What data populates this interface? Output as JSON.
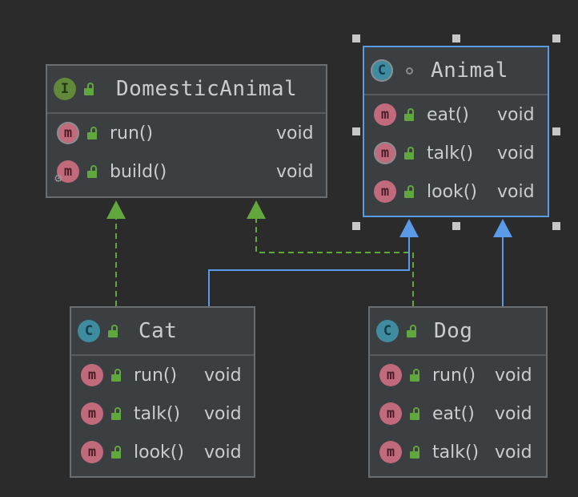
{
  "colors": {
    "background": "#2b2b2b",
    "box": "#3c3f41",
    "box_border": "#6b6e70",
    "selected_border": "#5a9ae6",
    "implements_edge": "#62a73d",
    "extends_edge": "#5a9ae6",
    "interface_badge": "#62883a",
    "class_badge": "#3f8ba0",
    "method_badge": "#c16a7c"
  },
  "nodes": {
    "domestic": {
      "name": "DomesticAnimal",
      "badge": "I",
      "methods": [
        {
          "badge": "m",
          "name": "run()",
          "type": "void"
        },
        {
          "badge": "m",
          "name": "build()",
          "type": "void"
        }
      ]
    },
    "animal": {
      "name": "Animal",
      "badge": "C",
      "methods": [
        {
          "badge": "m",
          "name": "eat()",
          "type": "void"
        },
        {
          "badge": "m",
          "name": "talk()",
          "type": "void"
        },
        {
          "badge": "m",
          "name": "look()",
          "type": "void"
        }
      ]
    },
    "cat": {
      "name": "Cat",
      "badge": "C",
      "methods": [
        {
          "badge": "m",
          "name": "run()",
          "type": "void"
        },
        {
          "badge": "m",
          "name": "talk()",
          "type": "void"
        },
        {
          "badge": "m",
          "name": "look()",
          "type": "void"
        }
      ]
    },
    "dog": {
      "name": "Dog",
      "badge": "C",
      "methods": [
        {
          "badge": "m",
          "name": "run()",
          "type": "void"
        },
        {
          "badge": "m",
          "name": "eat()",
          "type": "void"
        },
        {
          "badge": "m",
          "name": "talk()",
          "type": "void"
        }
      ]
    }
  }
}
